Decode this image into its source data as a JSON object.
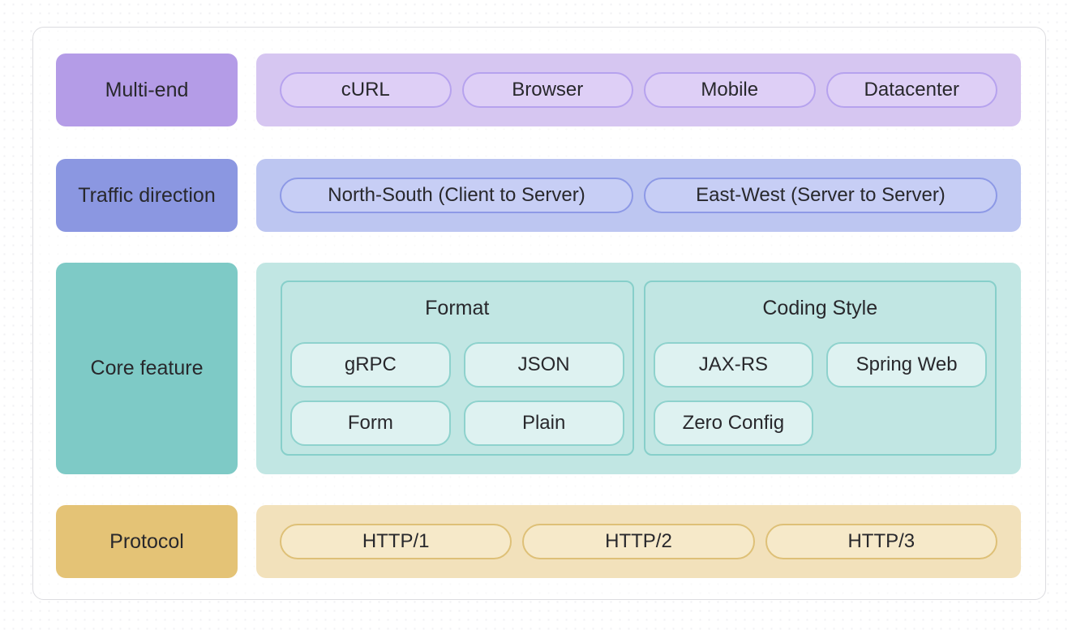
{
  "text_color": "#28282c",
  "card": {
    "border_color": "#dcdce0",
    "background": "#ffffff"
  },
  "rows": [
    {
      "id": "multi-end",
      "label": "Multi-end",
      "colors": {
        "label_bg": "#b49ce7",
        "container_bg": "#d6c6f1",
        "pill_bg": "#decff6",
        "pill_border": "#b6a2ee"
      },
      "pills": [
        "cURL",
        "Browser",
        "Mobile",
        "Datacenter"
      ]
    },
    {
      "id": "traffic-direction",
      "label": "Traffic direction",
      "colors": {
        "label_bg": "#8b97e1",
        "container_bg": "#bdc6f1",
        "pill_bg": "#c7cef5",
        "pill_border": "#8d99e6"
      },
      "pills": [
        "North-South (Client to Server)",
        "East-West (Server to Server)"
      ]
    },
    {
      "id": "core-feature",
      "label": "Core feature",
      "colors": {
        "label_bg": "#7ecac6",
        "container_bg": "#c1e6e3",
        "box_border": "#87cfca",
        "pill_bg": "#def2f1",
        "pill_border": "#8ed2cd"
      },
      "groups": [
        {
          "title": "Format",
          "pills": [
            "gRPC",
            "JSON",
            "Form",
            "Plain"
          ]
        },
        {
          "title": "Coding Style",
          "pills": [
            "JAX-RS",
            "Spring Web",
            "Zero Config"
          ]
        }
      ]
    },
    {
      "id": "protocol",
      "label": "Protocol",
      "colors": {
        "label_bg": "#e4c376",
        "container_bg": "#f2e1bb",
        "pill_bg": "#f6e9c9",
        "pill_border": "#dec077"
      },
      "pills": [
        "HTTP/1",
        "HTTP/2",
        "HTTP/3"
      ]
    }
  ]
}
